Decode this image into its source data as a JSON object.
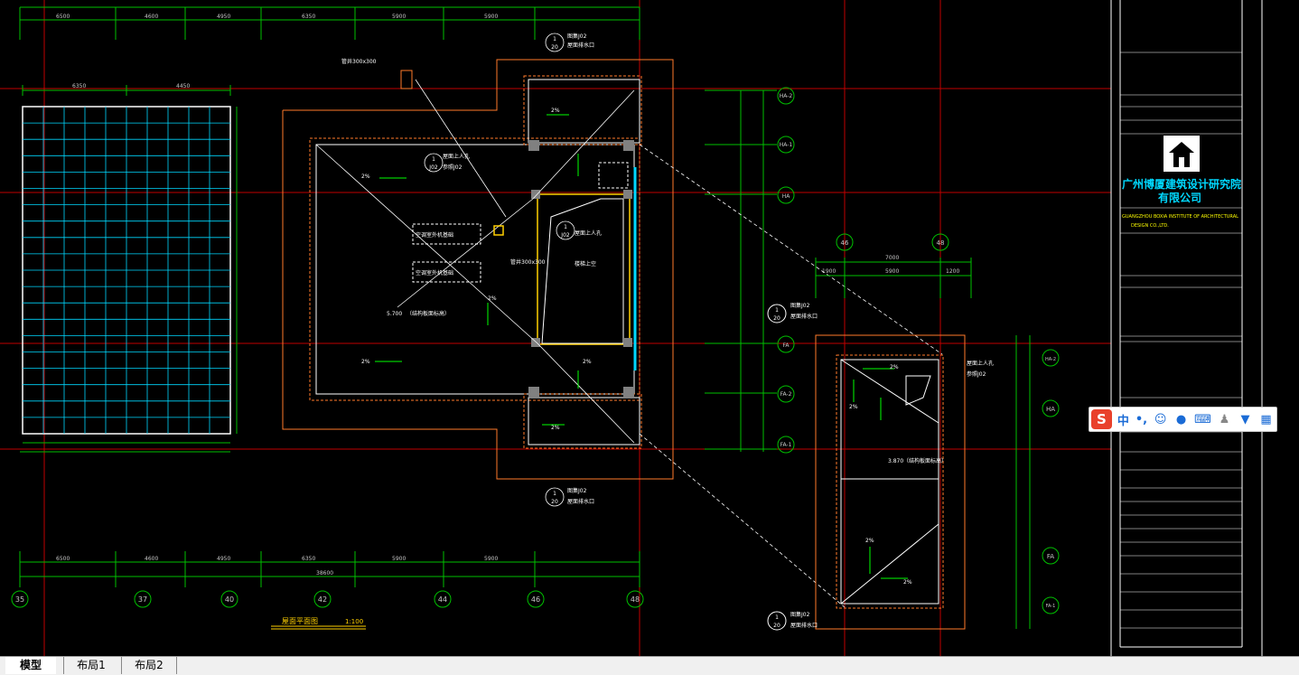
{
  "tabs": [
    {
      "label": "模型",
      "active": true
    },
    {
      "label": "布局1",
      "active": false
    },
    {
      "label": "布局2",
      "active": false
    }
  ],
  "ime": {
    "logo": "S",
    "mode": "中",
    "punct": "•,",
    "icons": [
      "emoji-icon",
      "microphone-icon",
      "keyboard-icon",
      "user-icon",
      "skin-icon",
      "toolbox-icon"
    ]
  },
  "title_block": {
    "company_cn_line1": "广州博厦建筑设计研究院",
    "company_cn_line2": "有限公司",
    "company_en_line1": "GUANGZHOU BOXIA INSTITUTE OF ARCHITECTURAL",
    "company_en_line2": "DESIGN CO.,LTD."
  },
  "drawing": {
    "plan_title": "屋面平面图",
    "plan_scale": "1:100",
    "axis_bottom": [
      "35",
      "37",
      "40",
      "42",
      "44",
      "46",
      "48"
    ],
    "axis_right_main": [
      "HA-2",
      "HA-1",
      "HA",
      "FA",
      "FA-2",
      "FA-1"
    ],
    "axis_top_detail": [
      "46",
      "48"
    ],
    "axis_right_detail": [
      "HA-2",
      "HA",
      "FA",
      "FA-1"
    ],
    "dims_top": [
      "6500",
      "4600",
      "4950",
      "6350",
      "5900",
      "5900"
    ],
    "dims_bottom": [
      "6500",
      "4600",
      "4950",
      "6350",
      "5900",
      "5900"
    ],
    "dim_total_bottom": "38600",
    "dims_left_grid": [
      "6350",
      "4450"
    ],
    "dims_detail_top": [
      "1900",
      "5900",
      "1200"
    ],
    "dim_detail_top_total": "7000",
    "labels": {
      "vent_top": "管井300x300",
      "vent_mid": "管井300x300",
      "ac1": "空调室外机基础",
      "ac2": "空调室外机基础",
      "slope": "2%",
      "roof_access": "屋面上人孔",
      "roof_access_sub": "参照J02",
      "stair_top": "楼梯上空",
      "roof_access2": "屋面上人孔",
      "elev": "5.700",
      "elev_detail": "3.870",
      "finish": "（结构板面标高）",
      "finish_detail": "（结构板面标高）",
      "ref_drain": "图集J02",
      "ref_drain_sub": "屋面排水口",
      "callout_num": "1",
      "callout_sheet": "20",
      "callout_sheet2": "J02"
    }
  }
}
